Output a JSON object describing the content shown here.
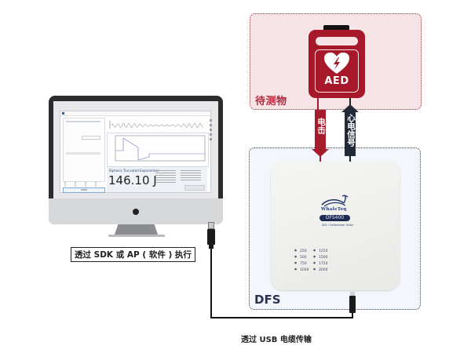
{
  "regions": {
    "dut": {
      "label": "待测物",
      "color": "#b0283a"
    },
    "tester": {
      "label": "DFS"
    }
  },
  "aed": {
    "label": "AED",
    "icon": "heart-lightning-icon",
    "color": "#a8182b"
  },
  "signals": {
    "shock": {
      "label": "电击",
      "direction": "down",
      "color": "#a51c2c"
    },
    "ecg": {
      "label": "心电信号",
      "direction": "up",
      "color": "#222a3a"
    }
  },
  "device": {
    "brand": "WhaleTeq",
    "model": "DFS400",
    "subtitle": "AED / Defibrillator Tester",
    "energy_leds_left": [
      "250",
      "500",
      "750",
      "1000"
    ],
    "energy_leds_right": [
      "1250",
      "1500",
      "1750",
      "2000"
    ]
  },
  "app": {
    "waveform_name": "Biphasic Truncated Exponential",
    "energy_value": "146.10 J",
    "start_label": "START"
  },
  "captions": {
    "sdk": "透过 SDK 或 AP ( 软件 ) 执行",
    "usb": "透过 USB 电缆传输"
  }
}
